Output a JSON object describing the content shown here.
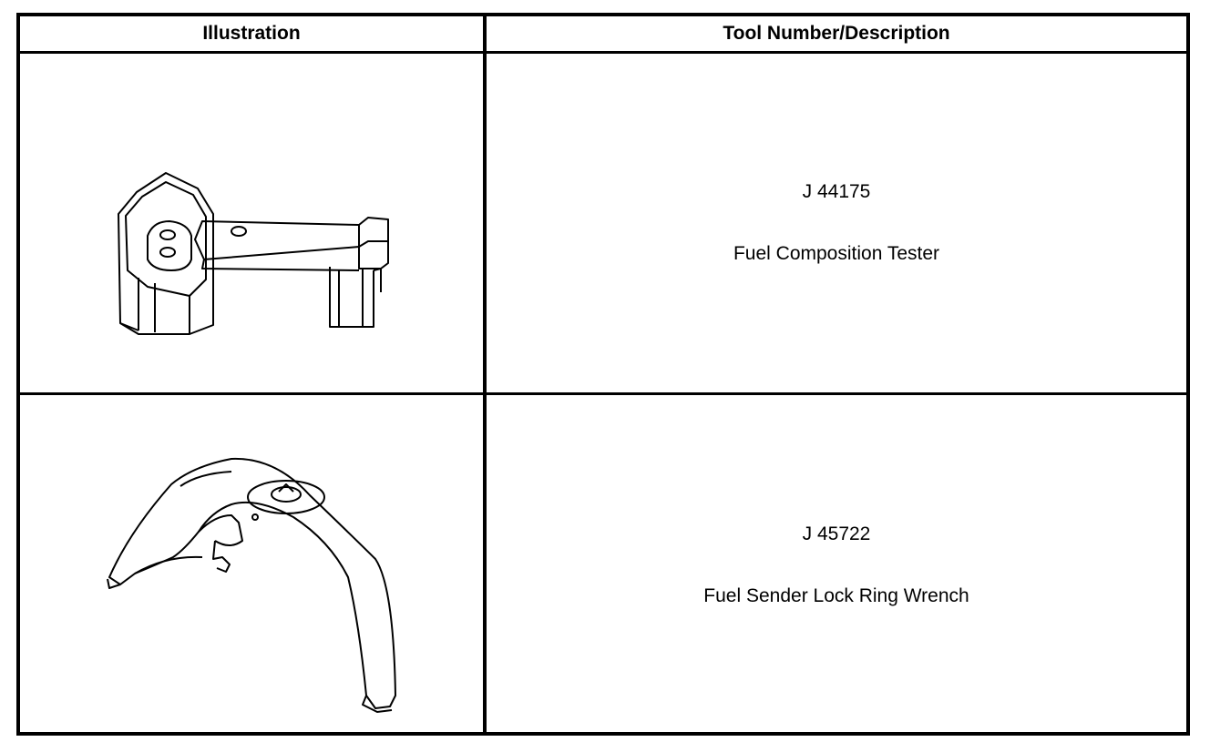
{
  "table": {
    "headers": {
      "illustration": "Illustration",
      "tool": "Tool Number/Description"
    },
    "rows": [
      {
        "illustration_icon": "fuel-composition-tester-illustration",
        "tool_number": "J 44175",
        "description": "Fuel Composition Tester"
      },
      {
        "illustration_icon": "lock-ring-wrench-illustration",
        "tool_number": "J 45722",
        "description": "Fuel Sender Lock Ring Wrench"
      }
    ]
  }
}
